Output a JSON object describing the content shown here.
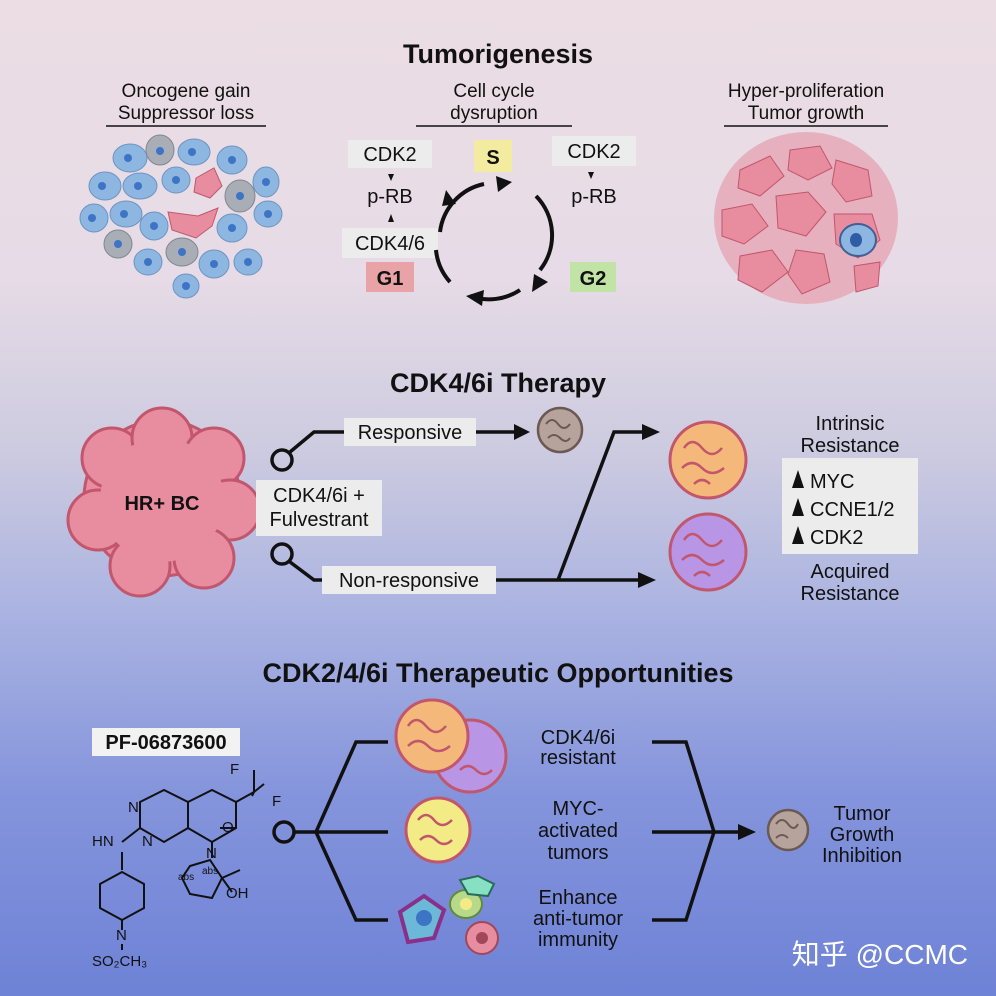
{
  "section1": {
    "title": "Tumorigenesis",
    "left_heading": [
      "Oncogene gain",
      "Suppressor loss"
    ],
    "mid_heading": [
      "Cell cycle",
      "dysruption"
    ],
    "right_heading": [
      "Hyper-proliferation",
      "Tumor growth"
    ],
    "cdk2_left": "CDK2",
    "prb_left": "p-RB",
    "cdk46": "CDK4/6",
    "cdk2_right": "CDK2",
    "prb_right": "p-RB",
    "phase_s": "S",
    "phase_g1": "G1",
    "phase_g2": "G2"
  },
  "section2": {
    "title": "CDK4/6i Therapy",
    "tumor_label": "HR+ BC",
    "treatment": [
      "CDK4/6i +",
      "Fulvestrant"
    ],
    "responsive": "Responsive",
    "non_responsive": "Non-responsive",
    "intrinsic": [
      "Intrinsic",
      "Resistance"
    ],
    "markers": [
      "MYC",
      "CCNE1/2",
      "CDK2"
    ],
    "acquired": [
      "Acquired",
      "Resistance"
    ]
  },
  "section3": {
    "title": "CDK2/4/6i Therapeutic Opportunities",
    "compound": "PF-06873600",
    "opportunities": [
      [
        "CDK4/6i",
        "resistant"
      ],
      [
        "MYC-",
        "activated",
        "tumors"
      ],
      [
        "Enhance",
        "anti-tumor",
        "immunity"
      ]
    ],
    "outcome": [
      "Tumor",
      "Growth",
      "Inhibition"
    ],
    "chem_labels": {
      "F1": "F",
      "F2": "F",
      "N1": "N",
      "N2": "N",
      "N3": "N",
      "HN": "HN",
      "O": "O",
      "N4": "N",
      "abs1": "abs",
      "abs2": "abs",
      "OH": "OH",
      "SO2CH3": "SO₂CH₃"
    }
  },
  "watermark": "知乎 @CCMC",
  "colors": {
    "s_phase": "#f3eca0",
    "g1_phase": "#e8a3a6",
    "g2_phase": "#c2e3a6",
    "tumor_pink": "#e88ca0",
    "orange_tumor": "#f4b97a",
    "purple_tumor": "#b995e6",
    "yellow_tumor": "#f3ec86",
    "grey_tumor": "#b6a49c"
  }
}
